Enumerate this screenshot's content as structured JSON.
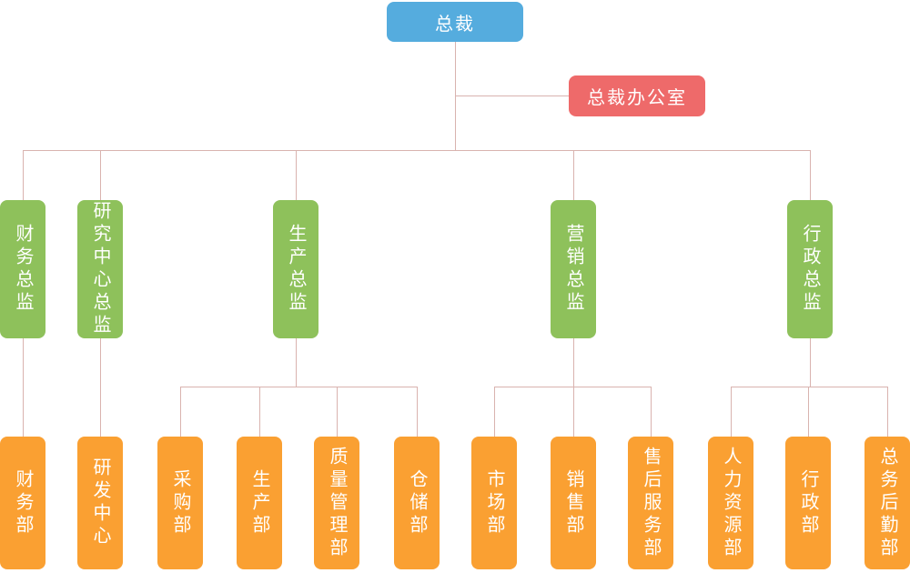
{
  "palette": {
    "president_blue": "#55acde",
    "office_red": "#ee6a6a",
    "director_green": "#8ec15b",
    "department_orange": "#faa032",
    "connector_pink": "#d9b3af",
    "text_white": "#ffffff"
  },
  "org": {
    "root": {
      "label": "总裁"
    },
    "staff": {
      "label": "总裁办公室"
    },
    "directors": [
      {
        "label": "财务总监"
      },
      {
        "label": "研究中心总监"
      },
      {
        "label": "生产总监"
      },
      {
        "label": "营销总监"
      },
      {
        "label": "行政总监"
      }
    ],
    "departments": [
      {
        "label": "财务部"
      },
      {
        "label": "研发中心"
      },
      {
        "label": "采购部"
      },
      {
        "label": "生产部"
      },
      {
        "label": "质量管理部"
      },
      {
        "label": "仓储部"
      },
      {
        "label": "市场部"
      },
      {
        "label": "销售部"
      },
      {
        "label": "售后服务部"
      },
      {
        "label": "人力资源部"
      },
      {
        "label": "行政部"
      },
      {
        "label": "总务后勤部"
      }
    ]
  }
}
